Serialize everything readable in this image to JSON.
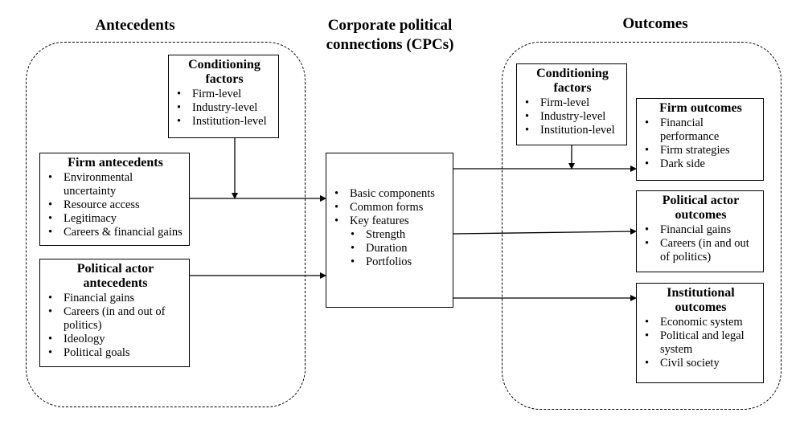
{
  "headings": {
    "antecedents": "Antecedents",
    "cpcs_line1": "Corporate political",
    "cpcs_line2": "connections (CPCs)",
    "outcomes": "Outcomes"
  },
  "left_conditioning": {
    "title_line1": "Conditioning",
    "title_line2": "factors",
    "items": [
      "Firm-level",
      "Industry-level",
      "Institution-level"
    ]
  },
  "firm_antecedents": {
    "title": "Firm antecedents",
    "items": [
      "Environmental uncertainty",
      "Resource access",
      "Legitimacy",
      "Careers & financial gains"
    ]
  },
  "political_actor_antecedents": {
    "title_line1": "Political actor",
    "title_line2": "antecedents",
    "items": [
      "Financial gains",
      "Careers (in and out of politics)",
      "Ideology",
      "Political goals"
    ]
  },
  "cpcs_box": {
    "items": [
      "Basic components",
      "Common forms",
      "Key features"
    ],
    "sub_items": [
      "Strength",
      "Duration",
      "Portfolios"
    ]
  },
  "right_conditioning": {
    "title_line1": "Conditioning",
    "title_line2": "factors",
    "items": [
      "Firm-level",
      "Industry-level",
      "Institution-level"
    ]
  },
  "firm_outcomes": {
    "title": "Firm outcomes",
    "items": [
      "Financial performance",
      "Firm strategies",
      "Dark side"
    ]
  },
  "political_actor_outcomes": {
    "title_line1": "Political actor",
    "title_line2": "outcomes",
    "items": [
      "Financial gains",
      "Careers (in and out of politics)"
    ]
  },
  "institutional_outcomes": {
    "title_line1": "Institutional",
    "title_line2": "outcomes",
    "items": [
      "Economic system",
      "Political and legal system",
      "Civil society"
    ]
  }
}
